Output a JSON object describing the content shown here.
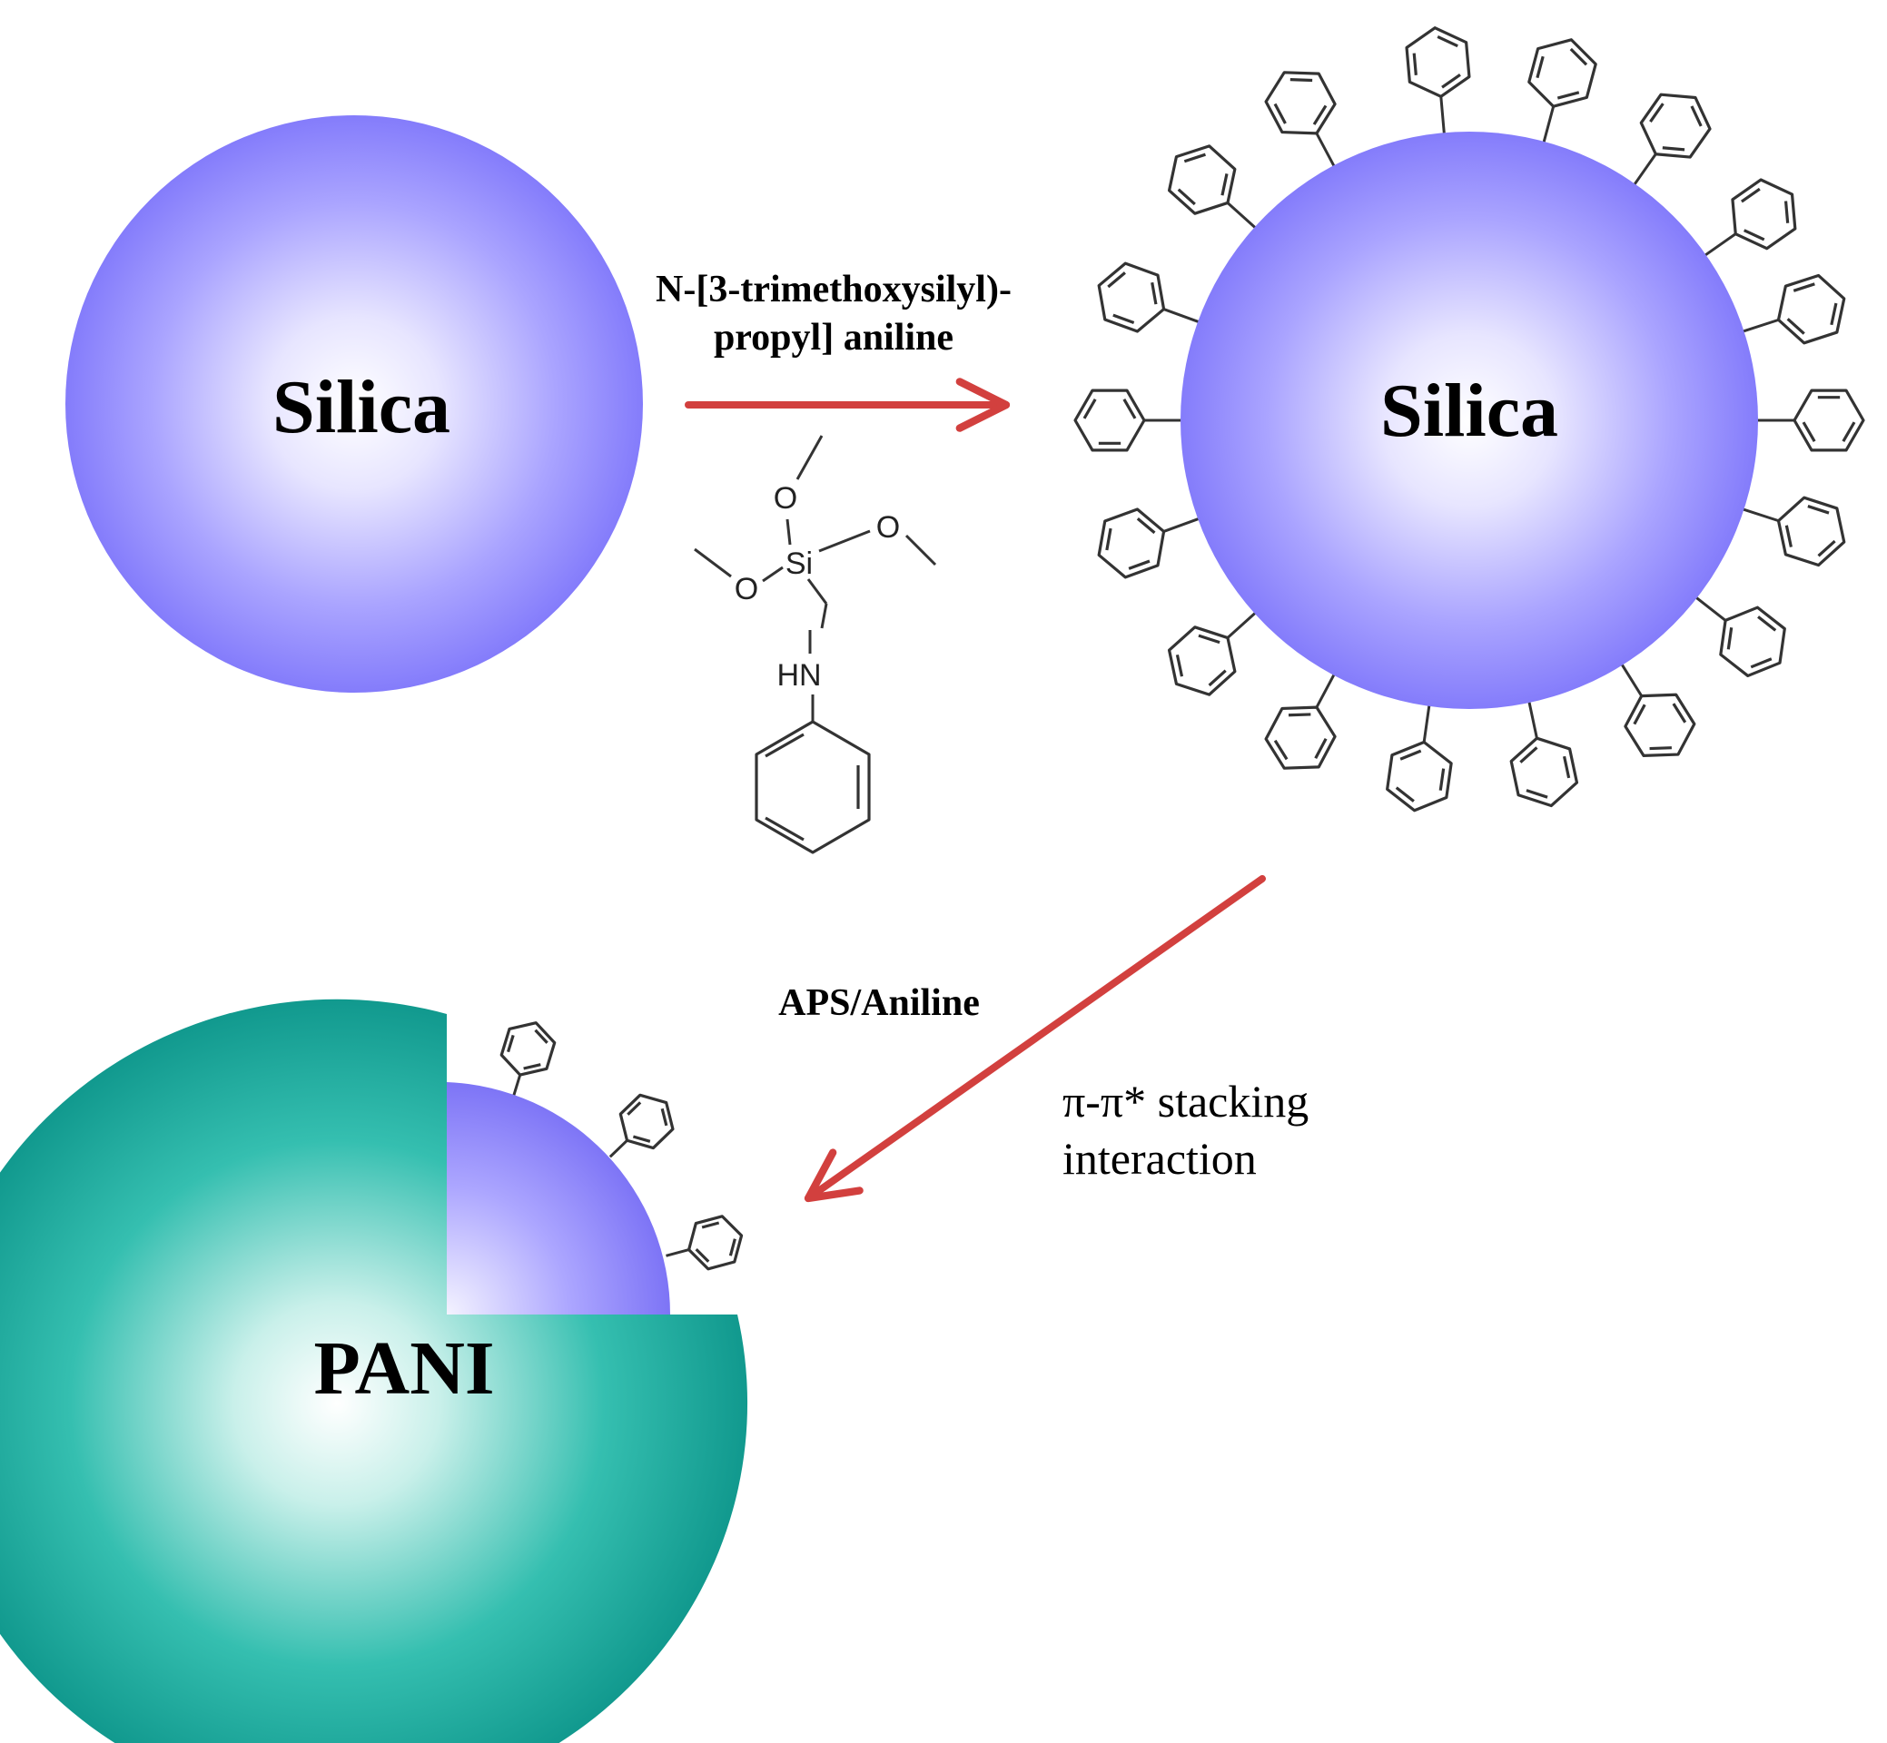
{
  "labels": {
    "silica_left": "Silica",
    "silica_right": "Silica",
    "pani": "PANI",
    "reagent_line1": "N-[3-trimethoxysilyl)-",
    "reagent_line2": "propyl] aniline",
    "aps": "APS/Aniline",
    "stacking_line1": "π-π* stacking",
    "stacking_line2": "interaction"
  },
  "molecule_labels": {
    "o_top": "O",
    "o_left": "O",
    "o_right": "O",
    "si": "Si",
    "hn": "HN"
  },
  "colors": {
    "silica_center": "#ffffff",
    "silica_edge": "#8a83ff",
    "pani_center": "#ffffff",
    "pani_edge": "#14a599",
    "arrow": "#d2403e"
  }
}
